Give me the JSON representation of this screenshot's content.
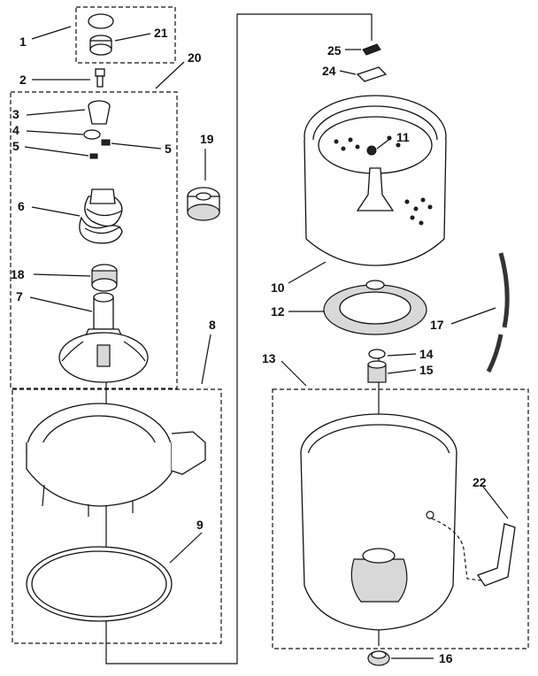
{
  "diagram": {
    "labels": {
      "p1": "1",
      "p2": "2",
      "p3": "3",
      "p4": "4",
      "p5a": "5",
      "p5b": "5",
      "p6": "6",
      "p7": "7",
      "p8": "8",
      "p9": "9",
      "p10": "10",
      "p11": "11",
      "p12": "12",
      "p13": "13",
      "p14": "14",
      "p15": "15",
      "p16": "16",
      "p17": "17",
      "p18": "18",
      "p19": "19",
      "p20": "20",
      "p21": "21",
      "p22": "22",
      "p24": "24",
      "p25": "25"
    }
  }
}
